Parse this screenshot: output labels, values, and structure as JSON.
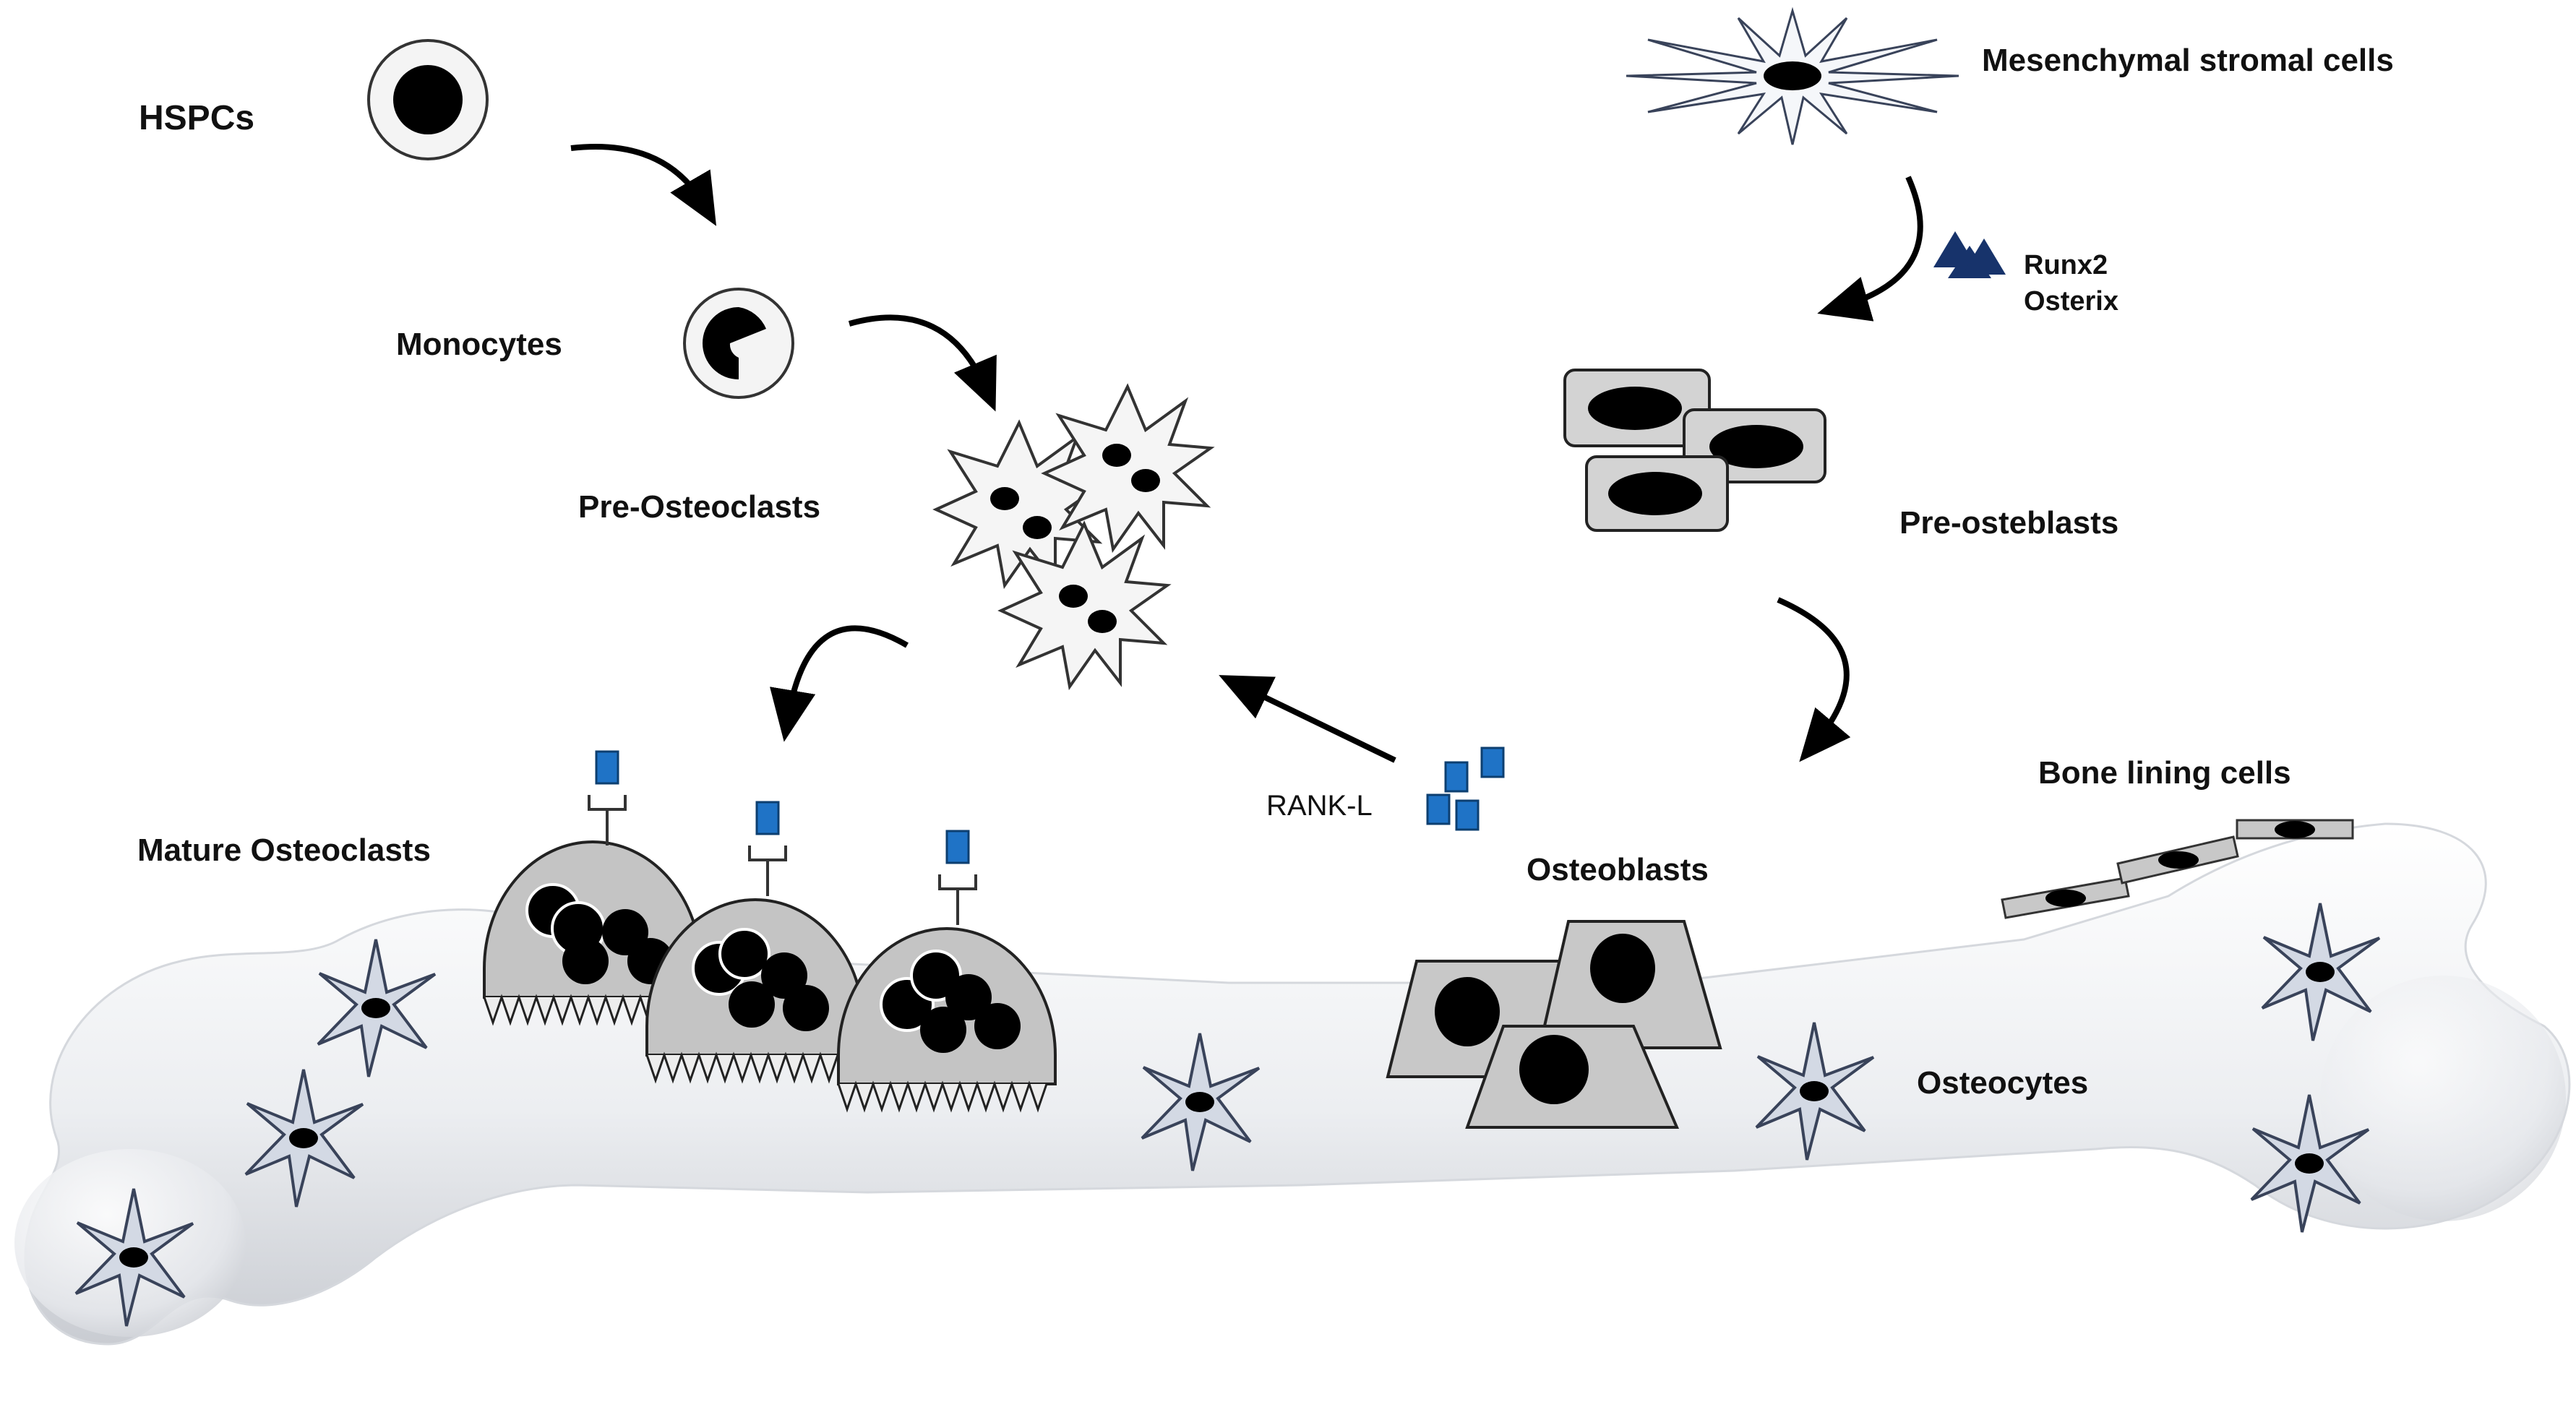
{
  "labels": {
    "hspcs": "HSPCs",
    "monocytes": "Monocytes",
    "pre_osteoclasts": "Pre-Osteoclasts",
    "mature_osteoclasts": "Mature Osteoclasts",
    "rankl": "RANK-L",
    "osteoblasts": "Osteoblasts",
    "mesenchymal": "Mesenchymal stromal cells",
    "runx2": "Runx2",
    "osterix": "Osterix",
    "pre_osteoblasts": "Pre-osteblasts",
    "bone_lining": "Bone lining cells",
    "osteocytes": "Osteocytes"
  },
  "colors": {
    "bone": "#eef0f3",
    "bone_shade": "#c9ccd2",
    "cell_gray": "#c8c8c8",
    "osteocyte_fill": "#d3d9e4",
    "osteocyte_stroke": "#39435a",
    "rankl_blue": "#1f73c6",
    "runx2_navy": "#17336b",
    "nucleus": "#000000"
  }
}
